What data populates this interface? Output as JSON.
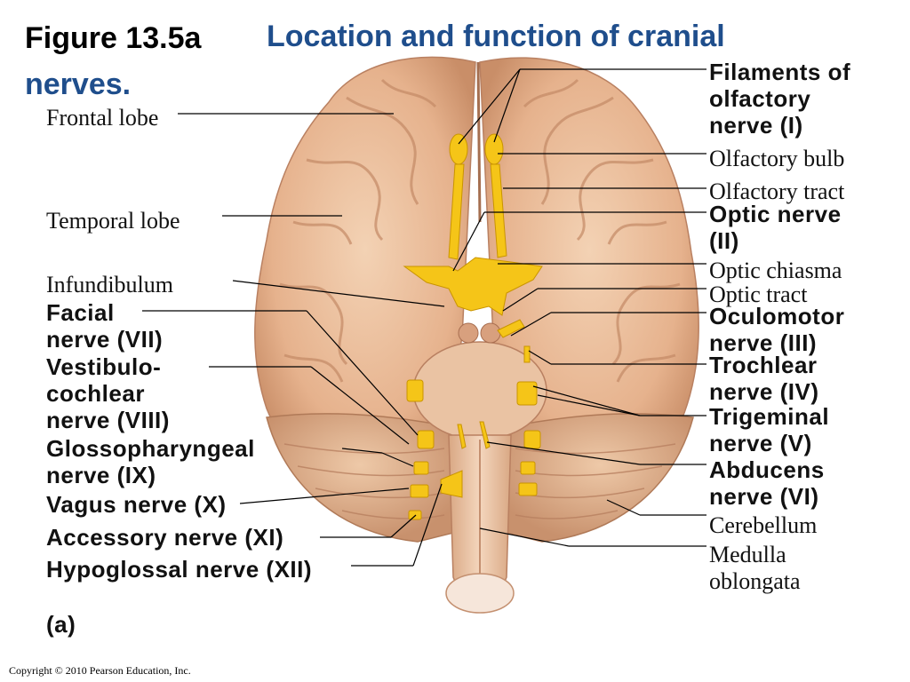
{
  "title": {
    "figure_number": "Figure 13.5a",
    "heading_line1": "Location and function of cranial",
    "heading_line2": "nerves."
  },
  "labels": {
    "frontal_lobe": "Frontal lobe",
    "temporal_lobe": "Temporal lobe",
    "infundibulum": "Infundibulum",
    "facial_nerve": "Facial\nnerve (VII)",
    "vestibulocochlear_nerve": "Vestibulo-\ncochlear\nnerve (VIII)",
    "glossopharyngeal_nerve": "Glossopharyngeal\nnerve (IX)",
    "vagus_nerve": "Vagus nerve (X)",
    "accessory_nerve": "Accessory nerve (XI)",
    "hypoglossal_nerve": "Hypoglossal nerve (XII)",
    "panel": "(a)",
    "olfactory_filaments": "Filaments of\nolfactory\nnerve (I)",
    "olfactory_bulb": "Olfactory bulb",
    "olfactory_tract": "Olfactory tract",
    "optic_nerve": "Optic nerve\n(II)",
    "optic_chiasma": "Optic chiasma",
    "optic_tract": "Optic tract",
    "oculomotor_nerve": "Oculomotor\nnerve (III)",
    "trochlear_nerve": "Trochlear\nnerve (IV)",
    "trigeminal_nerve": "Trigeminal\nnerve (V)",
    "abducens_nerve": "Abducens\nnerve (VI)",
    "cerebellum": "Cerebellum",
    "medulla_oblongata": "Medulla\noblongata"
  },
  "footer": {
    "copyright": "Copyright © 2010 Pearson Education, Inc."
  },
  "colors": {
    "title_blue": "#1f4e8c",
    "brain_tan": "#e8b894",
    "nerve_yellow": "#f5c518"
  }
}
